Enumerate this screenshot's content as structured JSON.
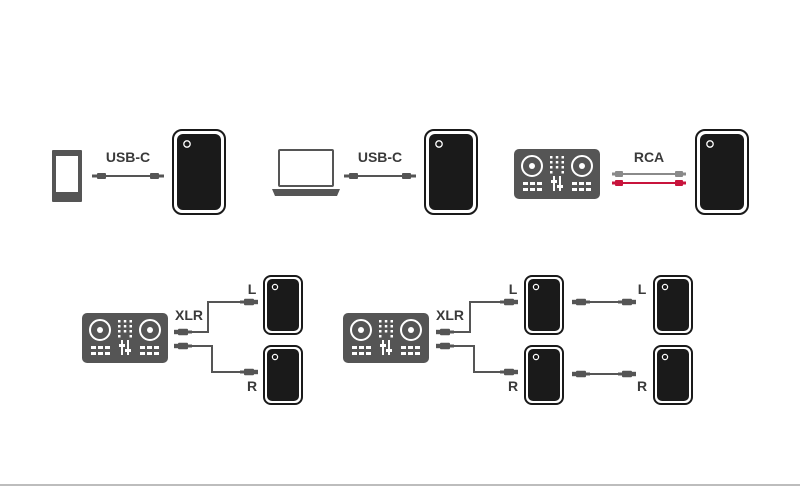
{
  "colors": {
    "ink": "#555555",
    "speaker_body": "#1a1a1a",
    "label": "#3a3a3a",
    "rca_white": "#8a8a8a",
    "rca_red": "#c8143c"
  },
  "icons": [
    "phone-icon",
    "laptop-icon",
    "dj-controller-icon",
    "speaker-icon",
    "usb-c-cable-icon",
    "rca-cable-icon",
    "xlr-cable-icon"
  ],
  "top_row": [
    {
      "source": "phone",
      "cable": "USB-C"
    },
    {
      "source": "laptop",
      "cable": "USB-C"
    },
    {
      "source": "dj-controller",
      "cable": "RCA"
    }
  ],
  "bottom_row": [
    {
      "source": "dj-controller",
      "cable": "XLR",
      "channels": [
        "L",
        "R"
      ],
      "chained": false
    },
    {
      "source": "dj-controller",
      "cable": "XLR",
      "channels": [
        "L",
        "R"
      ],
      "chained": true
    }
  ]
}
